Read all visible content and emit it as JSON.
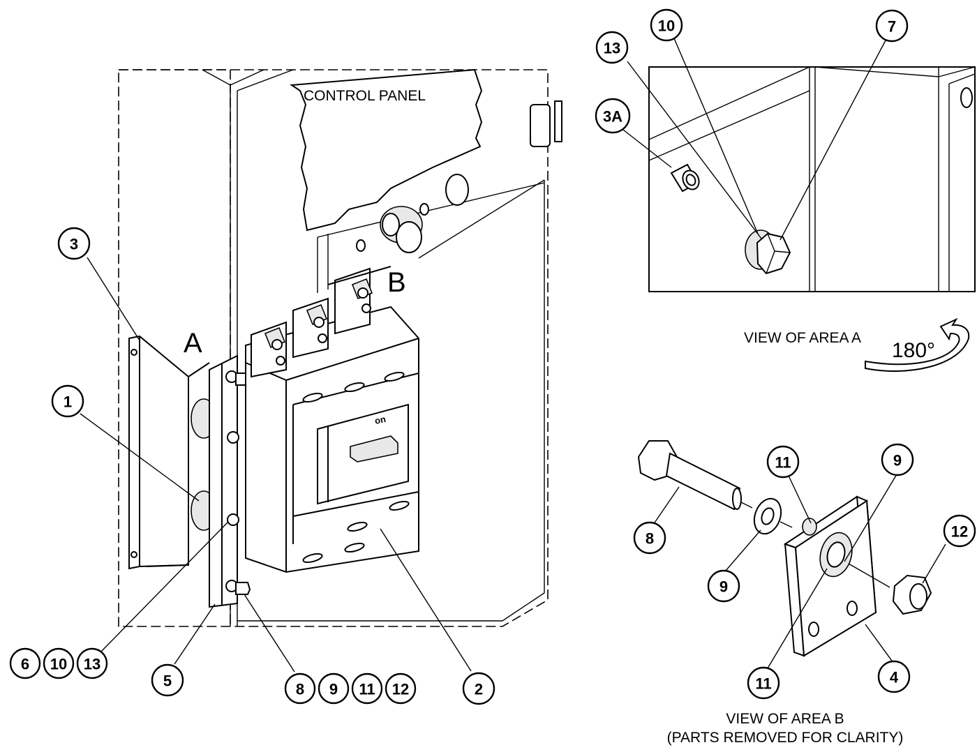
{
  "labels": {
    "control_panel": "CONTROL PANEL",
    "area_a_letter": "A",
    "area_b_letter": "B",
    "on_switch": "on",
    "view_a": "VIEW OF AREA  A",
    "rotation": "180°",
    "view_b_line1": "VIEW OF AREA B",
    "view_b_line2": "(PARTS REMOVED FOR CLARITY)"
  },
  "callouts": [
    {
      "id": "c3",
      "text": "3"
    },
    {
      "id": "c1",
      "text": "1"
    },
    {
      "id": "c6",
      "text": "6"
    },
    {
      "id": "c10a",
      "text": "10"
    },
    {
      "id": "c13a",
      "text": "13"
    },
    {
      "id": "c5",
      "text": "5"
    },
    {
      "id": "c8a",
      "text": "8"
    },
    {
      "id": "c9a",
      "text": "9"
    },
    {
      "id": "c11a",
      "text": "11"
    },
    {
      "id": "c12a",
      "text": "12"
    },
    {
      "id": "c2",
      "text": "2"
    },
    {
      "id": "c13b",
      "text": "13"
    },
    {
      "id": "c10b",
      "text": "10"
    },
    {
      "id": "c7",
      "text": "7"
    },
    {
      "id": "c3a",
      "text": "3A"
    },
    {
      "id": "c8b",
      "text": "8"
    },
    {
      "id": "c11b",
      "text": "11"
    },
    {
      "id": "c9b",
      "text": "9"
    },
    {
      "id": "c9c",
      "text": "9"
    },
    {
      "id": "c12b",
      "text": "12"
    },
    {
      "id": "c11c",
      "text": "11"
    },
    {
      "id": "c4",
      "text": "4"
    }
  ]
}
